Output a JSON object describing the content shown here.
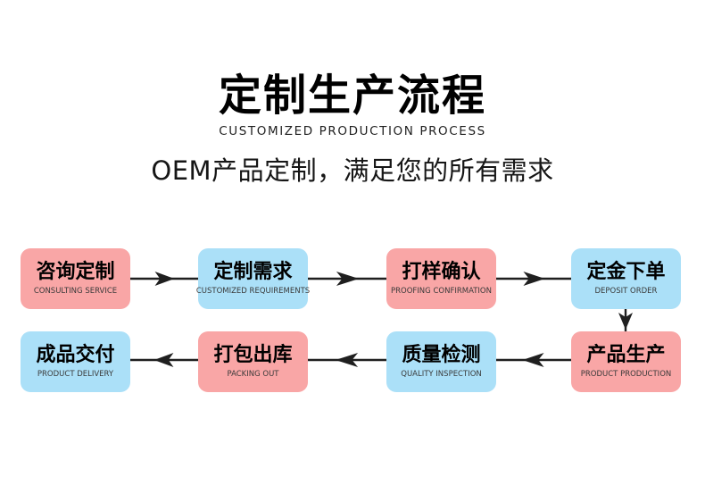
{
  "header": {
    "title_zh": "定制生产流程",
    "title_en": "CUSTOMIZED PRODUCTION PROCESS",
    "tagline": "OEM产品定制，满足您的所有需求"
  },
  "colors": {
    "box_pink": "#f9a6a6",
    "box_blue": "#abe0f8",
    "arrow_black": "#1f1f1f",
    "title_black": "#000000",
    "subtext_gray": "#3a3a3a",
    "background_white": "#ffffff"
  },
  "flow": {
    "steps": [
      {
        "zh": "咨询定制",
        "en": "CONSULTING SERVICE",
        "color": "pink"
      },
      {
        "zh": "定制需求",
        "en": "CUSTOMIZED REQUIREMENTS",
        "color": "blue"
      },
      {
        "zh": "打样确认",
        "en": "PROOFING CONFIRMATION",
        "color": "pink"
      },
      {
        "zh": "定金下单",
        "en": "DEPOSIT ORDER",
        "color": "blue"
      },
      {
        "zh": "产品生产",
        "en": "PRODUCT PRODUCTION",
        "color": "pink"
      },
      {
        "zh": "质量检测",
        "en": "QUALITY INSPECTION",
        "color": "blue"
      },
      {
        "zh": "打包出库",
        "en": "PACKING OUT",
        "color": "pink"
      },
      {
        "zh": "成品交付",
        "en": "PRODUCT DELIVERY",
        "color": "blue"
      }
    ]
  }
}
